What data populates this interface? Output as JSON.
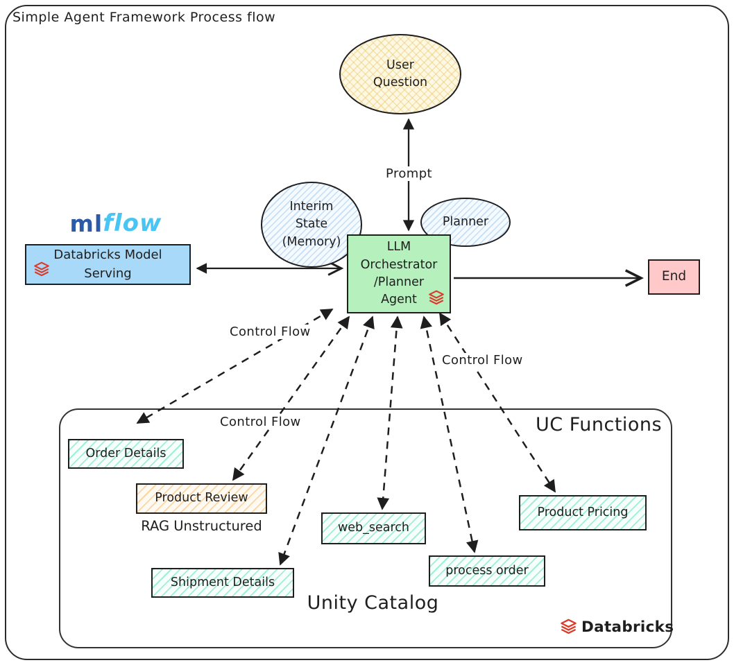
{
  "title": "Simple Agent Framework Process flow",
  "nodes": {
    "user_question": {
      "label": "User\nQuestion",
      "shape": "ellipse",
      "fill": "yellow-crosshatch"
    },
    "interim_state": {
      "label": "Interim\nState\n(Memory)",
      "shape": "ellipse",
      "fill": "blue-hatch"
    },
    "planner": {
      "label": "Planner",
      "shape": "ellipse",
      "fill": "blue-hatch"
    },
    "llm_agent": {
      "label": "LLM\nOrchestrator\n/Planner\nAgent",
      "shape": "rectangle",
      "fill": "green",
      "icon": "databricks-icon"
    },
    "model_serving": {
      "label": "Databricks Model\nServing",
      "shape": "rectangle",
      "fill": "blue",
      "icon": "databricks-icon"
    },
    "end": {
      "label": "End",
      "shape": "rectangle",
      "fill": "pink"
    }
  },
  "edge_labels": {
    "prompt": "Prompt",
    "control_flow_left": "Control Flow",
    "control_flow_mid": "Control Flow",
    "control_flow_right": "Control Flow"
  },
  "uc": {
    "title": "UC Functions",
    "caption": "Unity Catalog",
    "functions": {
      "order_details": "Order Details",
      "product_review": "Product Review",
      "rag_note": "RAG Unstructured",
      "web_search": "web_search",
      "shipment_details": "Shipment Details",
      "process_order": "process order",
      "product_pricing": "Product Pricing"
    }
  },
  "logos": {
    "mlflow_ml": "ml",
    "mlflow_flow": "flow",
    "databricks": "Databricks"
  },
  "edges": [
    {
      "from": "User Question",
      "to": "LLM Orchestrator/Planner Agent",
      "label": "Prompt",
      "style": "solid",
      "direction": "both"
    },
    {
      "from": "LLM Orchestrator/Planner Agent",
      "to": "Databricks Model Serving",
      "style": "solid",
      "direction": "both"
    },
    {
      "from": "LLM Orchestrator/Planner Agent",
      "to": "End",
      "style": "solid",
      "direction": "to"
    },
    {
      "from": "LLM Orchestrator/Planner Agent",
      "to": "Order Details",
      "label": "Control Flow",
      "style": "dashed",
      "direction": "both"
    },
    {
      "from": "LLM Orchestrator/Planner Agent",
      "to": "Product Review",
      "label": "Control Flow",
      "style": "dashed",
      "direction": "both"
    },
    {
      "from": "LLM Orchestrator/Planner Agent",
      "to": "Shipment Details",
      "style": "dashed",
      "direction": "both"
    },
    {
      "from": "LLM Orchestrator/Planner Agent",
      "to": "web_search",
      "style": "dashed",
      "direction": "both"
    },
    {
      "from": "LLM Orchestrator/Planner Agent",
      "to": "process order",
      "style": "dashed",
      "direction": "both"
    },
    {
      "from": "LLM Orchestrator/Planner Agent",
      "to": "Product Pricing",
      "label": "Control Flow",
      "style": "dashed",
      "direction": "both"
    }
  ],
  "colors": {
    "ink": "#1e1e1e",
    "green": "#b5f0bd",
    "blue": "#a9d9f8",
    "pink": "#ffc9c9",
    "yellow": "#fdf8e3",
    "teal": "#8fecd2",
    "orange": "#f8cf96",
    "databricks_red": "#da3b2a",
    "mlflow_dark_blue": "#2a5aa8",
    "mlflow_light_blue": "#48c5f2"
  }
}
